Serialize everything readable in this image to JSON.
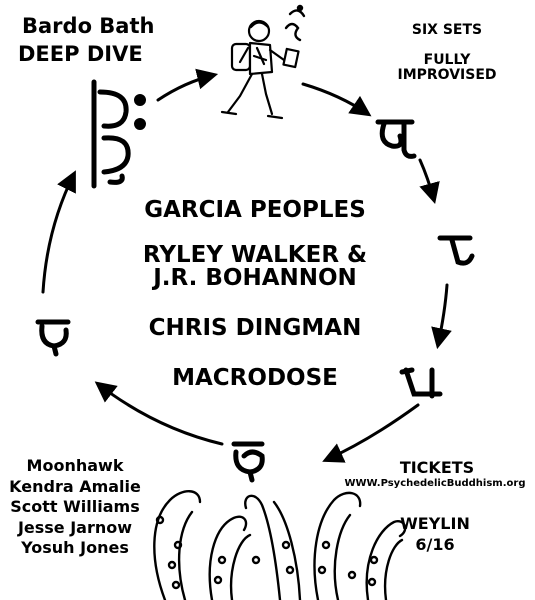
{
  "header": {
    "title_line1": "Bardo Bath",
    "title_line2": "DEEP DIVE"
  },
  "format": {
    "line1": "SIX SETS",
    "line2": "FULLY",
    "line3": "IMPROVISED"
  },
  "lineup": {
    "acts": [
      "GARCIA PEOPLES",
      "RYLEY WALKER &",
      "J.R. BOHANNON",
      "CHRIS DINGMAN",
      "MACRODOSE"
    ]
  },
  "crew": {
    "names": [
      "Moonhawk",
      "Kendra Amalie",
      "Scott Williams",
      "Jesse Jarnow",
      "Yosuh Jones"
    ]
  },
  "tickets": {
    "label": "TICKETS",
    "url": "WWW.PsychedelicBuddhism.org"
  },
  "venue": {
    "name": "WEYLIN",
    "date": "6/16"
  },
  "icons": {
    "walker": "walking-traveler-icon",
    "om": "om-syllable-icon",
    "syllables": [
      "a-syllable-icon",
      "nri-syllable-icon",
      "tri-syllable-icon",
      "pre-syllable-icon",
      "du-syllable-icon",
      "ma-syllable-icon"
    ],
    "tentacles": "tentacles-icon",
    "arrows": "cycle-arrow-icon"
  },
  "colors": {
    "ink": "#000000",
    "paper": "#ffffff"
  }
}
